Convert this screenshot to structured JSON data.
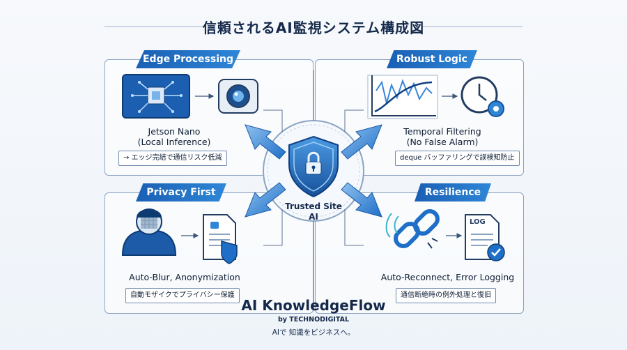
{
  "title": "信頼されるAI監視システム構成図",
  "center": {
    "line1": "Trusted Site",
    "line2": "AI"
  },
  "panels": {
    "edge": {
      "heading": "Edge Processing",
      "label_line1": "Jetson Nano",
      "label_line2": "(Local Inference)",
      "tag": "→ エッジ完結で通信リスク低減"
    },
    "logic": {
      "heading": "Robust Logic",
      "label_line1": "Temporal Filtering",
      "label_line2": "(No False Alarm)",
      "tag": "deque バッファリングで誤検知防止"
    },
    "privacy": {
      "heading": "Privacy First",
      "label_line1": "Auto-Blur, Anonymization",
      "tag": "自動モザイクでプライバシー保護"
    },
    "resilience": {
      "heading": "Resilience",
      "label_line1": "Auto-Reconnect, Error Logging",
      "tag": "通信断絶時の例外処理と復旧",
      "log_label": "LOG"
    }
  },
  "brand": {
    "name": "AI KnowledgeFlow",
    "by": "by TECHNODIGITAL",
    "tagline": "AIで 知識をビジネスへ。"
  },
  "colors": {
    "accent": "#1f6fc8",
    "dark": "#14294a",
    "light": "#8fc1ee",
    "line": "#8aa3c2"
  },
  "icons": [
    "chip-board-icon",
    "camera-icon",
    "chart-icon",
    "clock-gear-icon",
    "person-blurred-icon",
    "locked-document-icon",
    "broken-chain-icon",
    "log-document-icon",
    "shield-lock-icon"
  ]
}
